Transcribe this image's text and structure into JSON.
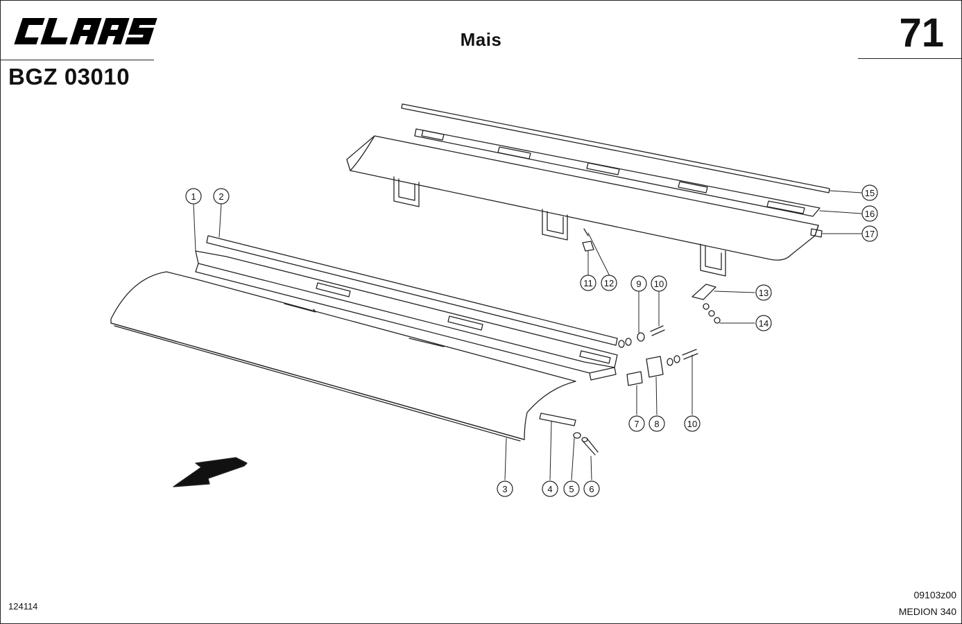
{
  "header": {
    "brand": "CLAAS",
    "title": "Mais",
    "page_number": "71",
    "doc_id": "BGZ 03010"
  },
  "footer": {
    "left_code": "124114",
    "drawing_code": "09103z00",
    "model": "MEDION 340"
  },
  "callouts": [
    "1",
    "2",
    "3",
    "4",
    "5",
    "6",
    "7",
    "8",
    "9",
    "10",
    "11",
    "12",
    "13",
    "14",
    "15",
    "16",
    "17",
    "10"
  ]
}
